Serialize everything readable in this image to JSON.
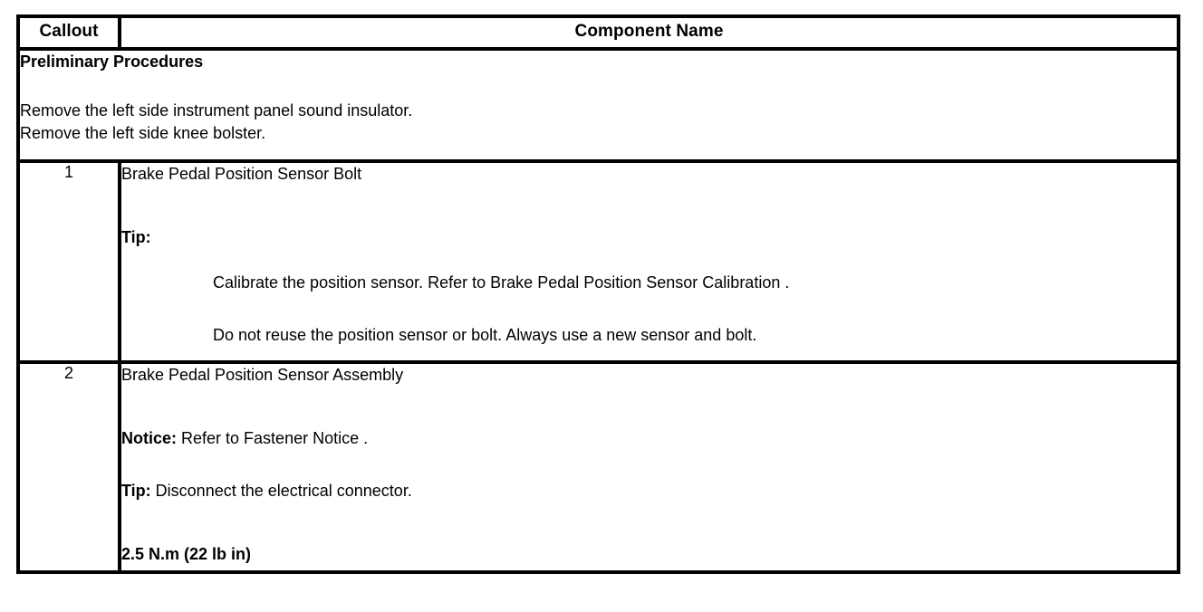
{
  "table": {
    "columns": {
      "callout_header": "Callout",
      "component_header": "Component Name"
    },
    "preliminary": {
      "title": "Preliminary Procedures",
      "lines": [
        "Remove the left side instrument panel sound insulator.",
        "Remove the left side knee bolster."
      ]
    },
    "rows": [
      {
        "callout": "1",
        "component_name": "Brake Pedal Position Sensor Bolt",
        "tip_label": "Tip:",
        "tip_items": [
          "Calibrate the position sensor. Refer to Brake Pedal Position Sensor Calibration .",
          "Do not reuse the position sensor or bolt. Always use a new sensor and bolt."
        ]
      },
      {
        "callout": "2",
        "component_name": "Brake Pedal Position Sensor Assembly",
        "notice_label": "Notice:",
        "notice_text": " Refer to Fastener Notice .",
        "tip_label": "Tip:",
        "tip_text": " Disconnect the electrical connector.",
        "torque": "2.5 N.m (22 lb in)"
      }
    ]
  },
  "colors": {
    "border": "#000000",
    "background": "#ffffff",
    "text": "#000000"
  }
}
